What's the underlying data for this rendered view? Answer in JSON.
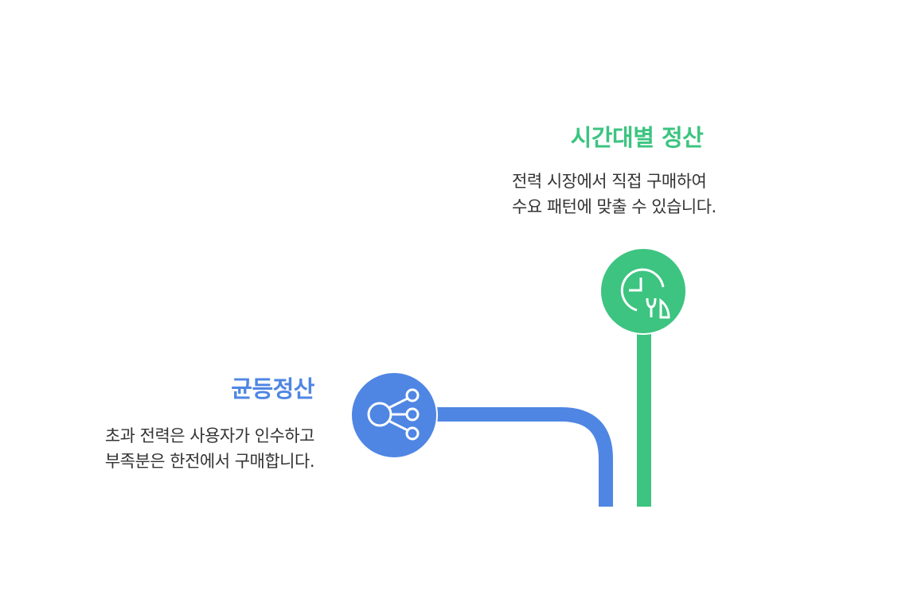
{
  "colors": {
    "blue": "#4F86E3",
    "green": "#3CC480"
  },
  "items": [
    {
      "title": "균등정산",
      "description": [
        "초과 전력은 사용자가 인수하고",
        "부족분은 한전에서 구매합니다."
      ],
      "icon": "share-network-icon"
    },
    {
      "title": "시간대별 정산",
      "description": [
        "전력 시장에서 직접 구매하여",
        "수요 패턴에 맞출 수 있습니다."
      ],
      "icon": "clock-plant-icon"
    }
  ]
}
